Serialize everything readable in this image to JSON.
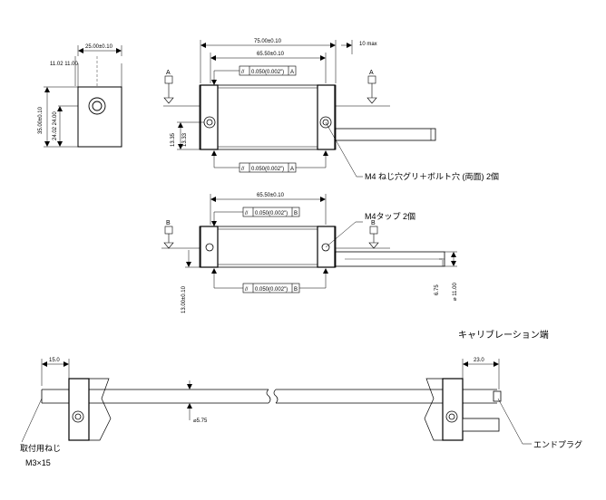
{
  "top_view": {
    "overall_length": "75.00±0.10",
    "inner_length": "65.50±0.10",
    "max_extension": "10 max",
    "parallelism_top": "0.050(0.002\")",
    "parallelism_top_ref": "A",
    "parallelism_bottom": "0.050(0.002\")",
    "parallelism_bottom_ref": "A",
    "datum": "A",
    "left_height": "13.35",
    "left_height_2": "13.33",
    "hole_callout": "M4 ねじ穴グリ＋ボルト穴 (両面) 2個"
  },
  "end_view": {
    "width": "25.00±0.10",
    "left_dims": "11.02  11.00",
    "height": "35.00±0.10",
    "inner_height": "24.02  24.00"
  },
  "side_view": {
    "inner_length": "65.50±0.10",
    "parallelism_top": "0.050(0.002\")",
    "parallelism_top_ref": "B",
    "parallelism_bottom": "0.050(0.002\")",
    "parallelism_bottom_ref": "B",
    "datum": "B",
    "base_height": "13.00±0.10",
    "right_offset": "6.75",
    "diameter": "⌀ 11.00",
    "tap_callout": "M4タップ 2個"
  },
  "rod_view": {
    "calibration_end": "キャリブレーション端",
    "left_dim": "15.0",
    "right_dim": "23.0",
    "rod_diameter": "⌀5.75",
    "mount_screw": "取付用ねじ",
    "mount_screw_size": "M3×15",
    "end_plug": "エンドプラグ"
  }
}
